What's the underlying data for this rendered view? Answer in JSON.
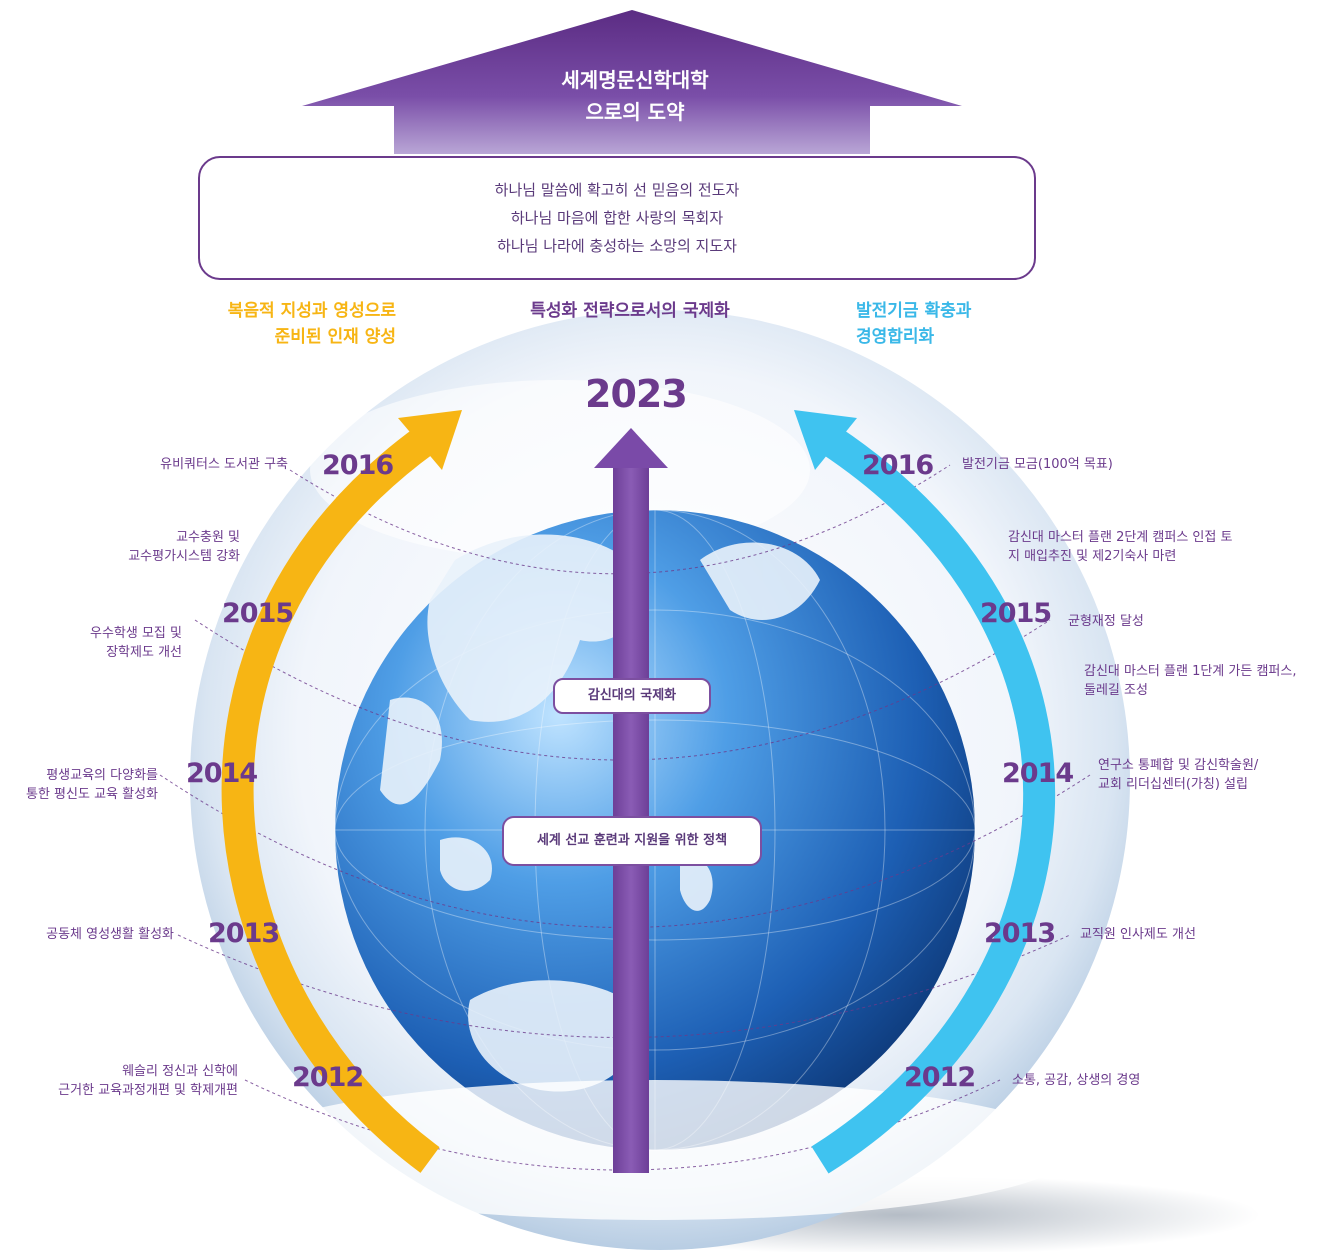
{
  "top_arrow": {
    "line1": "세계명문신학대학",
    "line2": "으로의 도약"
  },
  "vision": {
    "lines": [
      "하나님 말씀에 확고히 선 믿음의 전도자",
      "하나님 마음에 합한 사랑의 목회자",
      "하나님 나라에 충성하는 소망의 지도자"
    ]
  },
  "strategies": {
    "left": {
      "line1": "복음적 지성과 영성으로",
      "line2": "준비된 인재 양성",
      "color": "#f7b514"
    },
    "center": {
      "label": "특성화 전략으로서의 국제화",
      "color": "#6b3a8c"
    },
    "right": {
      "line1": "발전기금 확충과",
      "line2": "경영합리화",
      "color": "#3ab8e8"
    }
  },
  "center_year": "2023",
  "center_pills": [
    "감신대의 국제화",
    "세계 선교 훈련과 지원을 위한 정책"
  ],
  "left_timeline": [
    {
      "year": "2016",
      "text": [
        "유비쿼터스 도서관 구축"
      ]
    },
    {
      "year": "",
      "text": [
        "교수충원 및",
        "교수평가시스템 강화"
      ]
    },
    {
      "year": "2015",
      "text": [
        "우수학생 모집 및",
        "장학제도 개선"
      ]
    },
    {
      "year": "2014",
      "text": [
        "평생교육의 다양화를",
        "통한 평신도 교육 활성화"
      ]
    },
    {
      "year": "2013",
      "text": [
        "공동체 영성생활 활성화"
      ]
    },
    {
      "year": "2012",
      "text": [
        "웨슬리 정신과 신학에",
        "근거한 교육과정개편 및 학제개편"
      ]
    }
  ],
  "right_timeline": [
    {
      "year": "2016",
      "text": [
        "발전기금 모금(100억 목표)"
      ]
    },
    {
      "year": "",
      "text": [
        "감신대 마스터 플랜 2단계 캠퍼스 인접 토",
        "지 매입추진 및 제2기숙사 마련"
      ]
    },
    {
      "year": "2015",
      "text": [
        "균형재정 달성"
      ]
    },
    {
      "year": "",
      "text": [
        "감신대 마스터 플랜 1단계 가든 캠퍼스,",
        "둘레길 조성"
      ]
    },
    {
      "year": "2014",
      "text": [
        "연구소 통폐합 및 감신학술원/",
        "교회 리더십센터(가칭) 설립"
      ]
    },
    {
      "year": "2013",
      "text": [
        "교직원 인사제도 개선"
      ]
    },
    {
      "year": "2012",
      "text": [
        "소통, 공감, 상생의 경영"
      ]
    }
  ],
  "colors": {
    "purple": "#6b3a8c",
    "yellow": "#f7b514",
    "cyan": "#3ab8e8",
    "globe": "#2f78c8"
  }
}
